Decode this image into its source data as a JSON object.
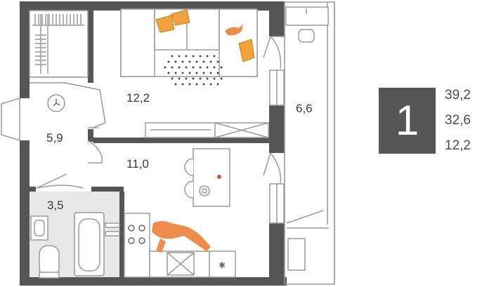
{
  "rooms": [
    {
      "id": "living",
      "area": "12,2"
    },
    {
      "id": "hall",
      "area": "5,9"
    },
    {
      "id": "kitchen",
      "area": "11,0"
    },
    {
      "id": "bath",
      "area": "3,5"
    },
    {
      "id": "loggia",
      "area": "6,6"
    }
  ],
  "summary": {
    "room_count": "1",
    "total_area": "39,2",
    "living_area": "32,6",
    "room_area": "12,2"
  },
  "colors": {
    "wall": "#555555",
    "furniture_stroke": "#9a9a9a",
    "bath_floor": "#e8e8e8",
    "accent": "#f2a33a",
    "figure": "#f08c4a",
    "text": "#3a3a3a",
    "badge_bg": "#555555"
  }
}
